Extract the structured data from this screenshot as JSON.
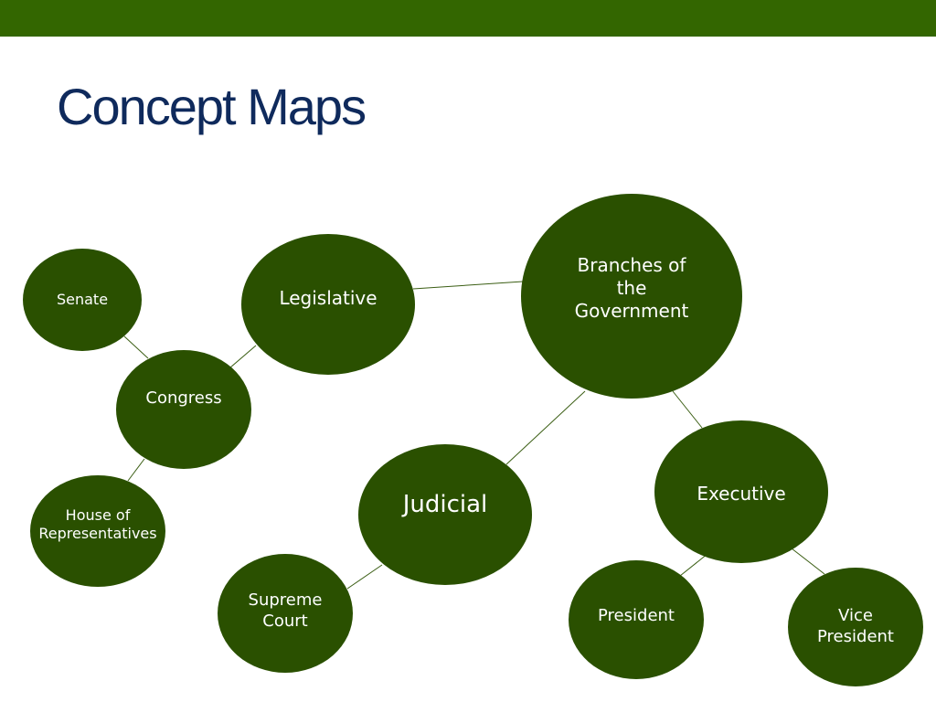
{
  "slide": {
    "title": "Concept Maps",
    "colors": {
      "top_bar": "#336600",
      "title": "#0f2a5c",
      "node_fill": "#2a5000",
      "node_text": "#ffffff",
      "connector": "#3b5e14"
    }
  },
  "concept_map": {
    "nodes": {
      "branches": "Branches of the Government",
      "legislative": "Legislative",
      "congress": "Congress",
      "senate": "Senate",
      "house": "House of Representatives",
      "judicial": "Judicial",
      "supreme_court": "Supreme Court",
      "executive": "Executive",
      "president": "President",
      "vice_president": "Vice President"
    },
    "edges": [
      [
        "branches",
        "legislative"
      ],
      [
        "branches",
        "judicial"
      ],
      [
        "branches",
        "executive"
      ],
      [
        "legislative",
        "congress"
      ],
      [
        "congress",
        "senate"
      ],
      [
        "congress",
        "house"
      ],
      [
        "judicial",
        "supreme_court"
      ],
      [
        "executive",
        "president"
      ],
      [
        "executive",
        "vice_president"
      ]
    ]
  }
}
